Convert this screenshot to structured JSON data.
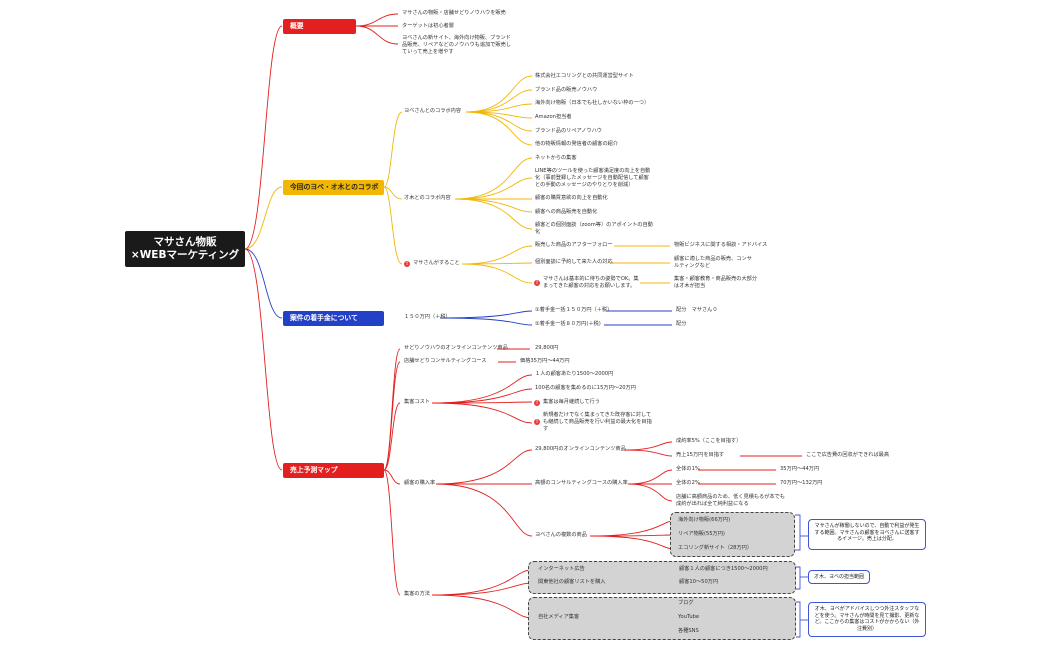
{
  "root": {
    "line1": "マサさん物販",
    "line2": "×WEBマーケティング"
  },
  "colors": {
    "red": "#e41f1f",
    "yellow": "#f2b705",
    "blue": "#2341c7",
    "black": "#1a1a1a"
  },
  "overview": {
    "label": "概要",
    "items": [
      "マサさんの物販・店舗せどりノウハウを販売",
      "ターゲットは初心者層",
      "ヨベさんの新サイト、海外向け物販、ブランド品販売、リペアなどのノウハウも追加で販売していって売上を増やす"
    ]
  },
  "collab": {
    "label": "今回のヨベ・オ木とのコラボ",
    "yobe": {
      "label": "ヨベさんとのコラボ内容",
      "items": [
        "株式会社エコリングとの共同運営型サイト",
        "ブランド品の販売ノウハウ",
        "海外向け物販（日本でも社しかいない枠の一つ）",
        "Amazon担当者",
        "ブランド品のリペアノウハウ",
        "他の物販情報の発信者の顧客の紹介"
      ]
    },
    "oki": {
      "label": "オ木とのコラボ内容",
      "items": [
        "ネットからの集客",
        "LINE等のツールを使った顧客満足度の向上を自動化（事前登録したメッセージを自動配信して顧客との手動のメッセージのやりとりを削減）",
        "顧客の購買意欲の向上を自動化",
        "顧客への商品販売を自動化",
        "顧客との個別面談（zoom等）のアポイントの自動化"
      ]
    },
    "masa": {
      "label": "マサさんがすること",
      "items": [
        "販売した商品のアフターフォロー",
        "個別面談に予約して来た人の対応",
        "マサさんは基本的に待ちの姿勢でOK。集まってきた顧客の対応をお願いします。"
      ],
      "details": [
        "物販ビジネスに関する相談・アドバイス",
        "顧客に適した商品の販売、コンサルティングなど",
        "集客・顧客教育・商品販売の大部分はオ木が担当"
      ]
    }
  },
  "fee": {
    "label": "案件の着手金について",
    "amount": "１５０万円（＋税）",
    "items": [
      "①着手金一括１５０万円（＋税）",
      "②着手金一括８０万円(＋税)"
    ],
    "details": [
      "配分　マサさん０",
      "配分"
    ]
  },
  "forecast": {
    "label": "売上予測マップ",
    "products": [
      {
        "name": "せどりノウハウのオンラインコンテンツ商品",
        "price": "29,800円"
      },
      {
        "name": "店舗せどりコンサルティングコース",
        "price": "価格35万円〜44万円"
      }
    ],
    "cost": {
      "label": "集客コスト",
      "items": [
        "１人の顧客あたり1500〜2000円",
        "100名の顧客を集めるのに15万円〜20万円",
        "集客は毎月継続して行う",
        "新規者だけでなく集まってきた既存客に対しても継続して商品販売を行い利益の最大化を目指す"
      ]
    },
    "rate": {
      "label": "顧客の購入率",
      "online": {
        "label": "29,800円のオンラインコンテンツ商品",
        "rate": "成約率5%（ここを目指す）",
        "sales": "売上15万円を目指す",
        "note": "ここで広告費の回収ができれば最高"
      },
      "consult": {
        "label": "高額のコンサルティングコースの購入率",
        "r1": "全体の1%",
        "v1": "35万円〜44万円",
        "r2": "全体の2%",
        "v2": "70万円〜132万円",
        "note": "店舗に高額商品のため、低く見積もるが本でも成約が出れば全て純利益になる"
      },
      "yobe": {
        "label": "ヨベさんの複数の商品",
        "items": [
          "海外向け物販(66万円)",
          "リペア物販(55万円)",
          "エコリング新サイト（28万円）"
        ],
        "note": "マサさんが稼働しないので、自動で利益が発生する範囲。マサさんの顧客をヨベさんに送客するイメージ。売上は分配。"
      }
    },
    "method": {
      "label": "集客の方法",
      "items": [
        "インターネット広告",
        "関東他社の顧客リストを購入",
        "自社メディア集客"
      ],
      "details": [
        "顧客１人の顧客につき1500〜2000円",
        "顧客10〜50万円"
      ],
      "note1": "オ木、ヨベの担当範囲",
      "media": [
        "ブログ",
        "YouTube",
        "各種SNS"
      ],
      "note2": "オ木、ヨベがアドバイスしつつ外注スタッフなどを使う。マサさんが時間を見て撮影、更新など。ここからの集客はコストがかからない（外注費別）"
    }
  }
}
